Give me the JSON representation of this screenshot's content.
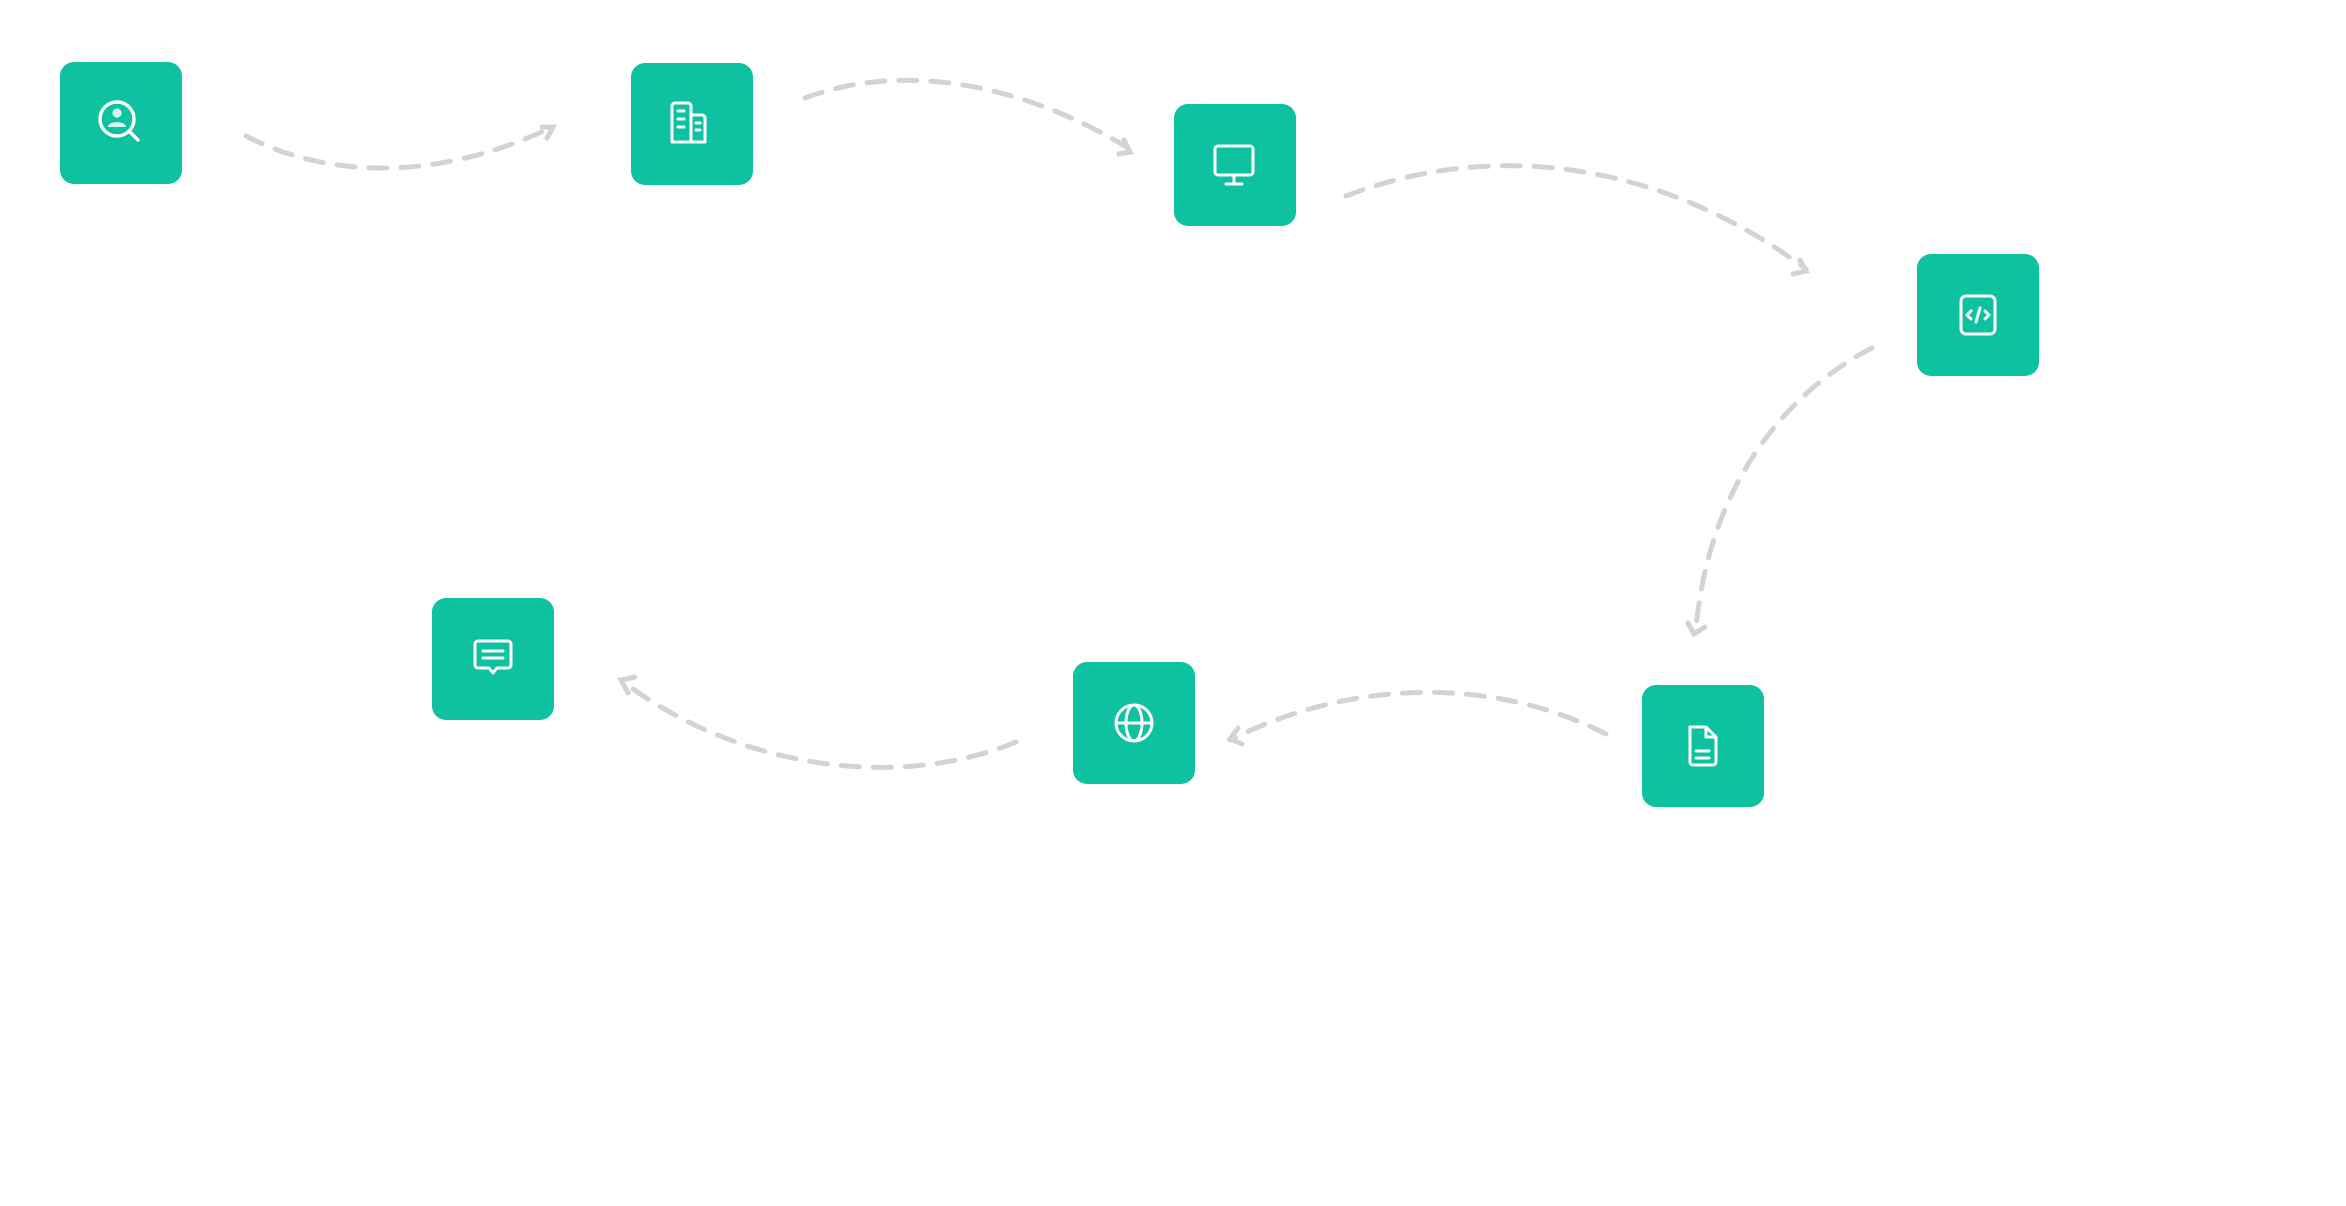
{
  "colors": {
    "node_fill": "#0dc1a1",
    "icon_stroke": "#ffffff",
    "connector": "#d3d3d3",
    "background": "#ffffff"
  },
  "nodes": [
    {
      "id": "search",
      "icon": "person-search-icon"
    },
    {
      "id": "building",
      "icon": "buildings-icon"
    },
    {
      "id": "monitor",
      "icon": "monitor-icon"
    },
    {
      "id": "code",
      "icon": "code-icon"
    },
    {
      "id": "document",
      "icon": "document-icon"
    },
    {
      "id": "globe",
      "icon": "globe-icon"
    },
    {
      "id": "chat",
      "icon": "chat-icon"
    }
  ],
  "edges": [
    {
      "from": "search",
      "to": "building"
    },
    {
      "from": "building",
      "to": "monitor"
    },
    {
      "from": "monitor",
      "to": "code"
    },
    {
      "from": "code",
      "to": "document"
    },
    {
      "from": "document",
      "to": "globe"
    },
    {
      "from": "globe",
      "to": "chat"
    }
  ]
}
